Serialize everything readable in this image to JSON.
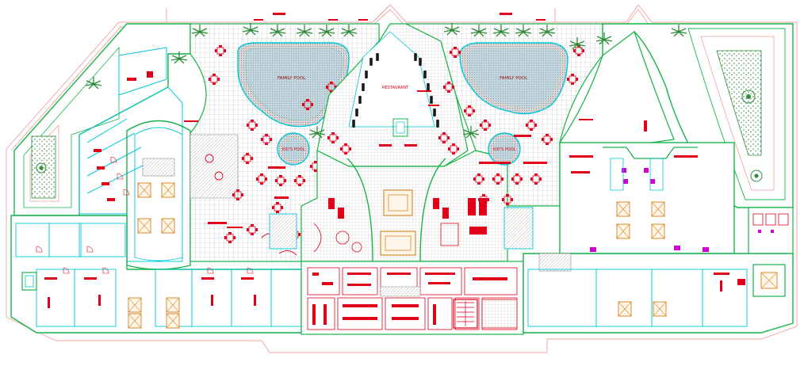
{
  "drawing": {
    "kind": "architectural-floor-plan",
    "labels": {
      "pool_left": "FAMILY POOL",
      "pool_right": "FAMILY POOL",
      "kids_pool_left": "KID'S POOL",
      "kids_pool_right": "KID'S POOL",
      "central_block": "RESTAURANT"
    }
  },
  "colors": {
    "background": "#ffffff",
    "walls_green": "#17b34a",
    "walls_cyan": "#00c8d8",
    "furniture_red": "#e0001a",
    "outline_pink": "#f2a0a0",
    "paving_grey": "#b8b8b8",
    "pool_water": "#9fd6ea",
    "pool_deck": "#8c8c8c",
    "elevator_orange": "#d98a2b",
    "magenta_detail": "#d000d0",
    "planting_green": "#2e8b3a",
    "seating_black": "#1a1a1a"
  },
  "icons": [
    "palm-tree-icon",
    "tree-icon",
    "elevator-icon",
    "stair-icon",
    "door-swing-icon"
  ]
}
